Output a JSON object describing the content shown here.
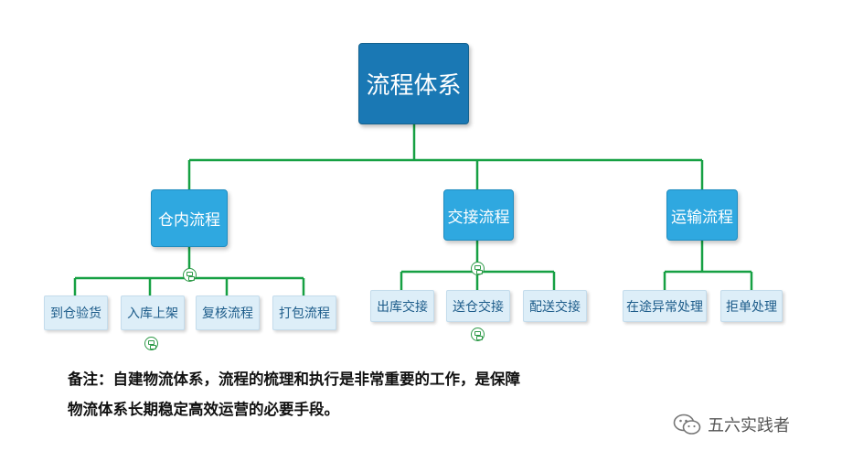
{
  "diagram": {
    "root": "流程体系",
    "groups": [
      {
        "label": "仓内流程",
        "children": [
          "到仓验货",
          "入库上架",
          "复核流程",
          "打包流程"
        ]
      },
      {
        "label": "交接流程",
        "children": [
          "出库交接",
          "送仓交接",
          "配送交接"
        ]
      },
      {
        "label": "运输流程",
        "children": [
          "在途异常处理",
          "拒单处理"
        ]
      }
    ],
    "colors": {
      "connector": "#16a043",
      "root_fill": "#1a78b4",
      "group_fill": "#2fa8e0",
      "leaf_fill": "#ddeef8",
      "leaf_text": "#1d5c8a"
    }
  },
  "note": {
    "line1": "备注：自建物流体系，流程的梳理和执行是非常重要的工作，是保障",
    "line2": "物流体系长期稳定高效运营的必要手段。"
  },
  "watermark": {
    "text": "五六实践者",
    "icon": "wechat-icon"
  }
}
